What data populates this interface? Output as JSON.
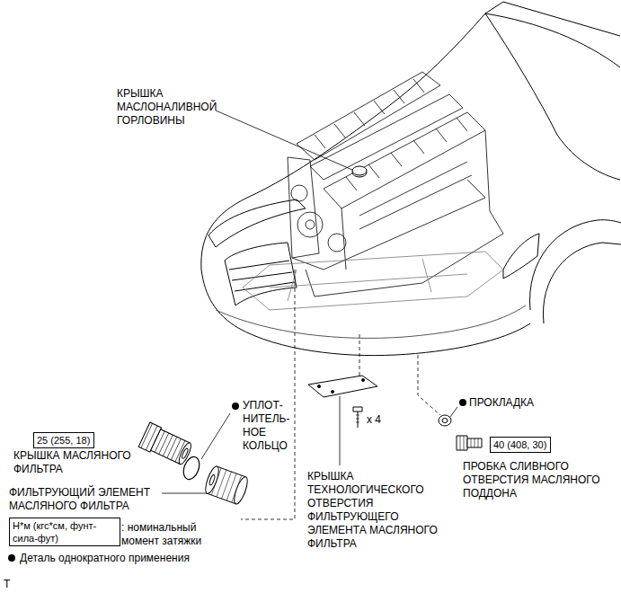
{
  "diagram": {
    "nodes": [
      {
        "text": [
          "25 (255, 18)"
        ]
      },
      {
        "text": [
          "40 (408, 30)"
        ]
      },
      {
        "text": [
          "Н*м (кгс*см, фунт-сила-фут)"
        ]
      }
    ],
    "labels": [
      "КРЫШКА МАСЛОНАЛИВНОЙ ГОРЛОВИНЫ",
      "УПЛОТ- НИТЕЛЬ- НОЕ КОЛЬЦО",
      "ПРОКЛАДКА",
      "x 4",
      "КРЫШКА МАСЛЯНОГО ФИЛЬТРА",
      "ПРОБКА СЛИВНОГО ОТВЕРСТИЯ МАСЛЯНОГО ПОДДОНА",
      "ФИЛЬТРУЮЩИЙ ЭЛЕМЕНТ МАСЛЯНОГО ФИЛЬТРА",
      "КРЫШКА ТЕХНОЛОГИЧЕСКОГО ОТВЕРСТИЯ ФИЛЬТРУЮЩЕГО ЭЛЕМЕНТА МАСЛЯНОГО ФИЛЬТРА",
      ": номинальный момент затяжки",
      "T"
    ],
    "legend": [
      {
        "text": "Деталь однократного применения"
      }
    ]
  }
}
